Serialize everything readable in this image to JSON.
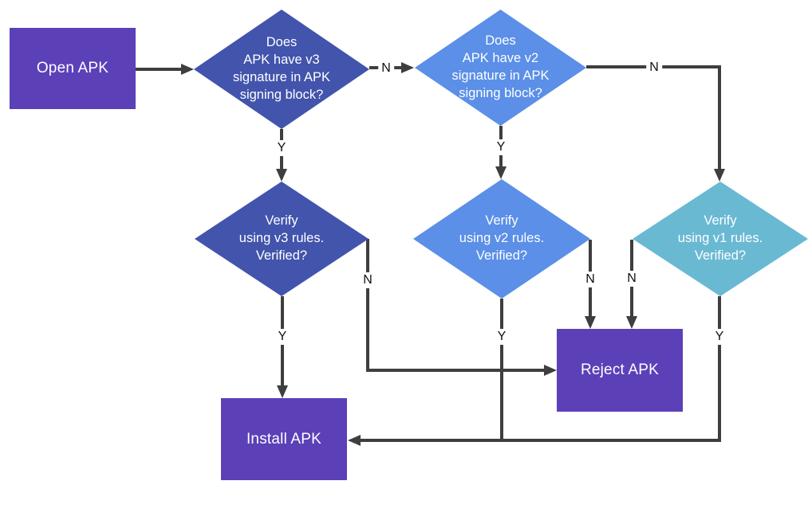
{
  "diagram": {
    "title": "APK signature verification flowchart",
    "background": "#ffffff",
    "line_color": "#3e3e40",
    "node_text_color": "#ffffff",
    "edge_label_color": "#111111"
  },
  "nodes": {
    "open_apk": {
      "shape": "rect",
      "label": "Open APK",
      "color": "#5c40b8"
    },
    "q_v3": {
      "shape": "diamond",
      "label": "Does\nAPK have v3\nsignature in APK\nsigning block?",
      "color": "#4254ac"
    },
    "q_v2": {
      "shape": "diamond",
      "label": "Does\nAPK have v2\nsignature in APK\nsigning block?",
      "color": "#5b8fe8"
    },
    "verify_v3": {
      "shape": "diamond",
      "label": "Verify\nusing v3 rules.\nVerified?",
      "color": "#4254ac"
    },
    "verify_v2": {
      "shape": "diamond",
      "label": "Verify\nusing v2 rules.\nVerified?",
      "color": "#5b8fe8"
    },
    "verify_v1": {
      "shape": "diamond",
      "label": "Verify\nusing v1 rules.\nVerified?",
      "color": "#69b9d3"
    },
    "reject_apk": {
      "shape": "rect",
      "label": "Reject APK",
      "color": "#5c40b8"
    },
    "install_apk": {
      "shape": "rect",
      "label": "Install APK",
      "color": "#5c40b8"
    }
  },
  "edge_labels": {
    "q_v3_no": "N",
    "q_v3_yes": "Y",
    "q_v2_no": "N",
    "q_v2_yes": "Y",
    "verify_v3_no": "N",
    "verify_v3_yes": "Y",
    "verify_v2_no": "N",
    "verify_v2_yes": "Y",
    "verify_v1_no": "N",
    "verify_v1_yes": "Y"
  }
}
